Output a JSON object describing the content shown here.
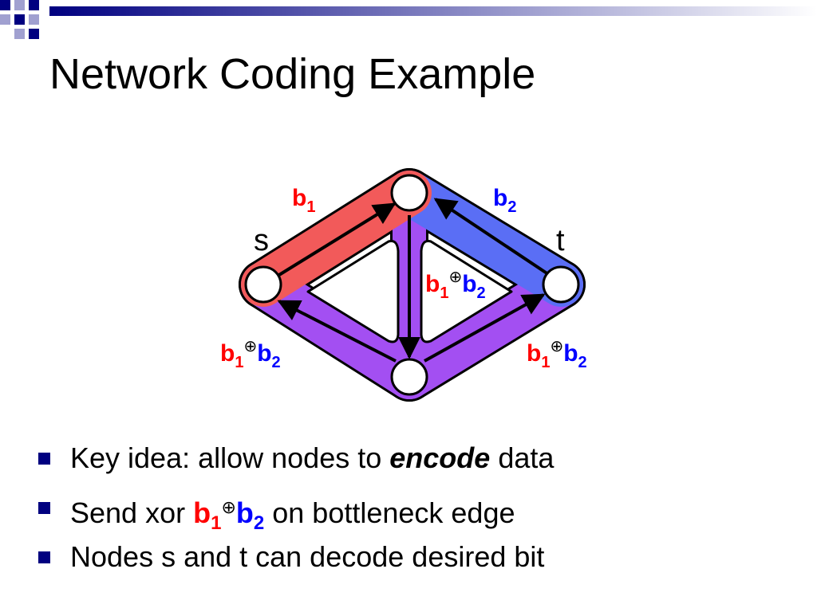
{
  "theme": {
    "accent": "#000080",
    "red": "#ff0000",
    "blue": "#0000ff",
    "redFill": "#f25a5a",
    "blueFill": "#5a6ef5",
    "purpleFill": "#a34ff2"
  },
  "title": "Network Coding Example",
  "diagram": {
    "nodes": {
      "s": "s",
      "t": "t"
    },
    "labels": {
      "b": "b",
      "sub1": "1",
      "sub2": "2",
      "xor": "⊕"
    }
  },
  "bullets": [
    {
      "pre": "Key idea: allow nodes to ",
      "em": "encode",
      "post": " data"
    },
    {
      "pre": "Send xor ",
      "b": "b",
      "sub1": "1",
      "op": "⊕",
      "sub2": "2",
      "post": " on bottleneck edge"
    },
    {
      "text": "Nodes s and t can decode desired bit"
    }
  ]
}
